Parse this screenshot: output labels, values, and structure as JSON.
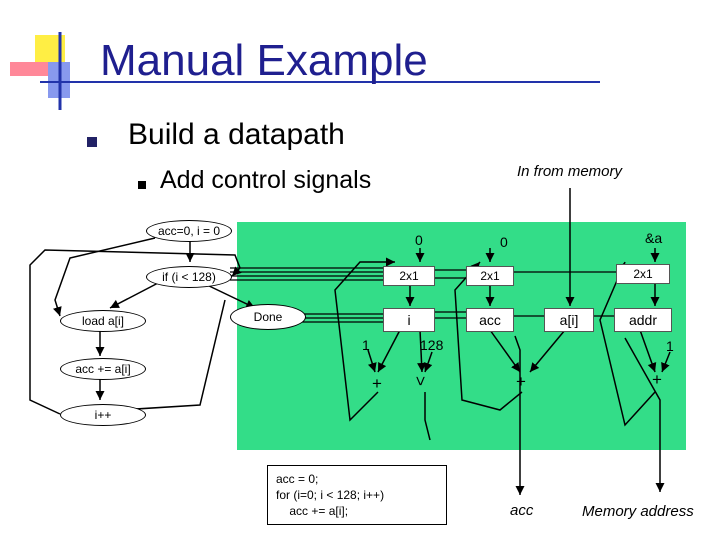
{
  "slide": {
    "title": "Manual Example",
    "bullet_level1": "Build a datapath",
    "bullet_level2": "Add control signals",
    "in_from_memory": "In from memory"
  },
  "fsm": {
    "init": "acc=0, i = 0",
    "cond": "if (i < 128)",
    "load": "load a[i]",
    "accum": "acc += a[i]",
    "incr": "i++",
    "done": "Done"
  },
  "datapath": {
    "const_left": "0",
    "const_mid": "0",
    "const_right": "&a",
    "mux1": "2x1",
    "mux2": "2x1",
    "mux3": "2x1",
    "reg_i": "i",
    "reg_acc": "acc",
    "reg_ai": "a[i]",
    "reg_addr": "addr",
    "const_one_left": "1",
    "const_128": "128",
    "const_one_right": "1",
    "adder_left": "+",
    "comparator": "<",
    "adder_mid": "+",
    "adder_right": "+"
  },
  "code": {
    "line1": "acc = 0;",
    "line2": "for (i=0; i < 128; i++)",
    "line3": "    acc += a[i];"
  },
  "outputs": {
    "acc": "acc",
    "memory_address": "Memory address"
  },
  "colors": {
    "title": "#1f1f8f",
    "datapath_bg": "#33dd88",
    "deco_yellow": "#ffee44",
    "deco_pink": "#ff8899",
    "deco_blue": "#2233aa"
  }
}
